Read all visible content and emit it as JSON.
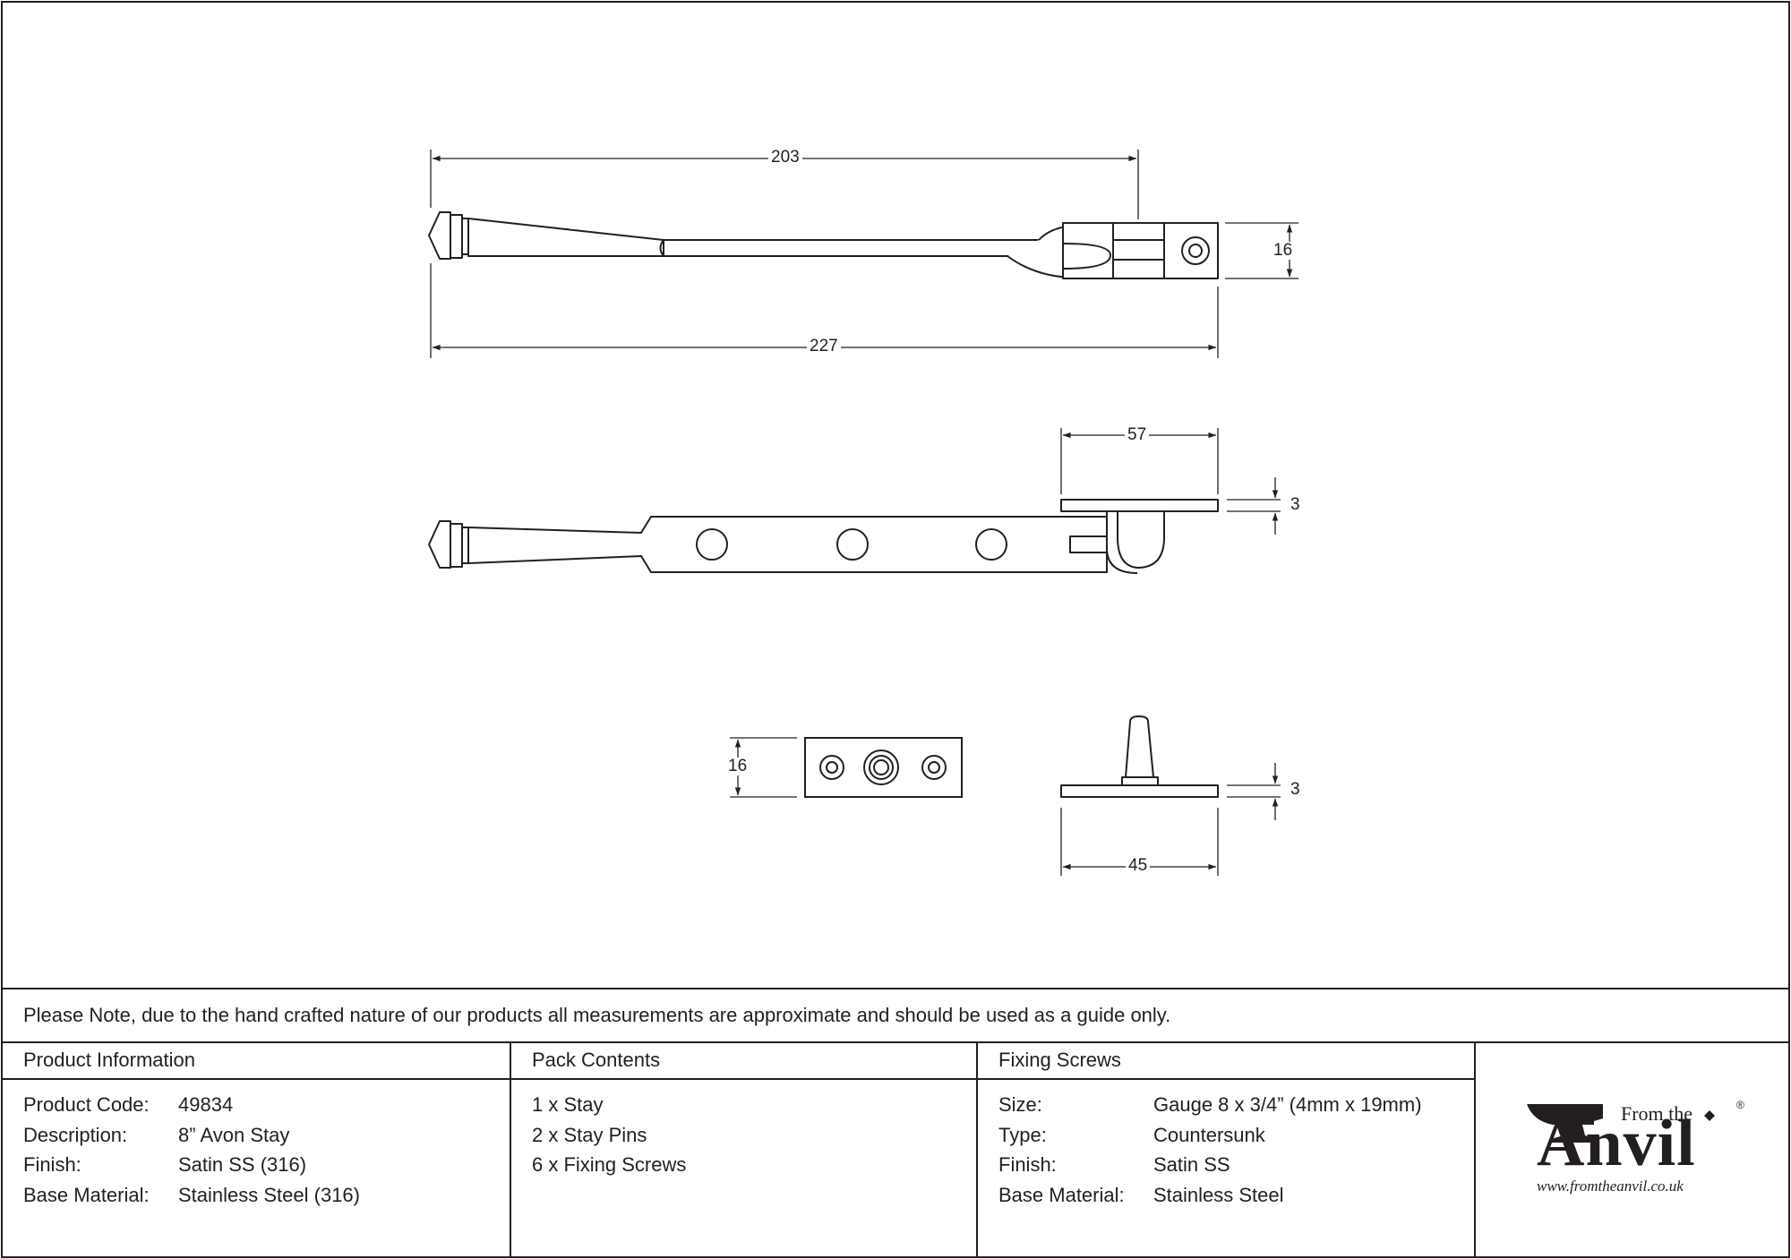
{
  "dimensions": {
    "top_overall_to_pivot": "203",
    "top_height": "16",
    "top_overall_length": "227",
    "side_plate_length": "57",
    "side_plate_thickness": "3",
    "pin_plate_height": "16",
    "pin_plate_thickness": "3",
    "pin_plate_length": "45"
  },
  "note": "Please Note, due to the hand crafted nature of our products all measurements are approximate and should be used as a guide only.",
  "product_info": {
    "header": "Product Information",
    "rows": [
      {
        "label": "Product Code:",
        "value": "49834"
      },
      {
        "label": "Description:",
        "value": "8” Avon Stay"
      },
      {
        "label": "Finish:",
        "value": "Satin SS (316)"
      },
      {
        "label": "Base Material:",
        "value": "Stainless Steel (316)"
      }
    ]
  },
  "pack_contents": {
    "header": "Pack Contents",
    "items": [
      "1 x Stay",
      "2 x Stay Pins",
      "6 x Fixing Screws"
    ]
  },
  "fixing_screws": {
    "header": "Fixing Screws",
    "rows": [
      {
        "label": "Size:",
        "value": "Gauge 8 x 3/4” (4mm x 19mm)"
      },
      {
        "label": "Type:",
        "value": "Countersunk"
      },
      {
        "label": "Finish:",
        "value": "Satin SS"
      },
      {
        "label": "Base Material:",
        "value": "Stainless Steel"
      }
    ]
  },
  "logo": {
    "from_the": "From the",
    "anvil": "Anvil",
    "url": "www.fromtheanvil.co.uk",
    "registered": "®"
  },
  "colors": {
    "line": "#231f20",
    "background": "#ffffff"
  }
}
